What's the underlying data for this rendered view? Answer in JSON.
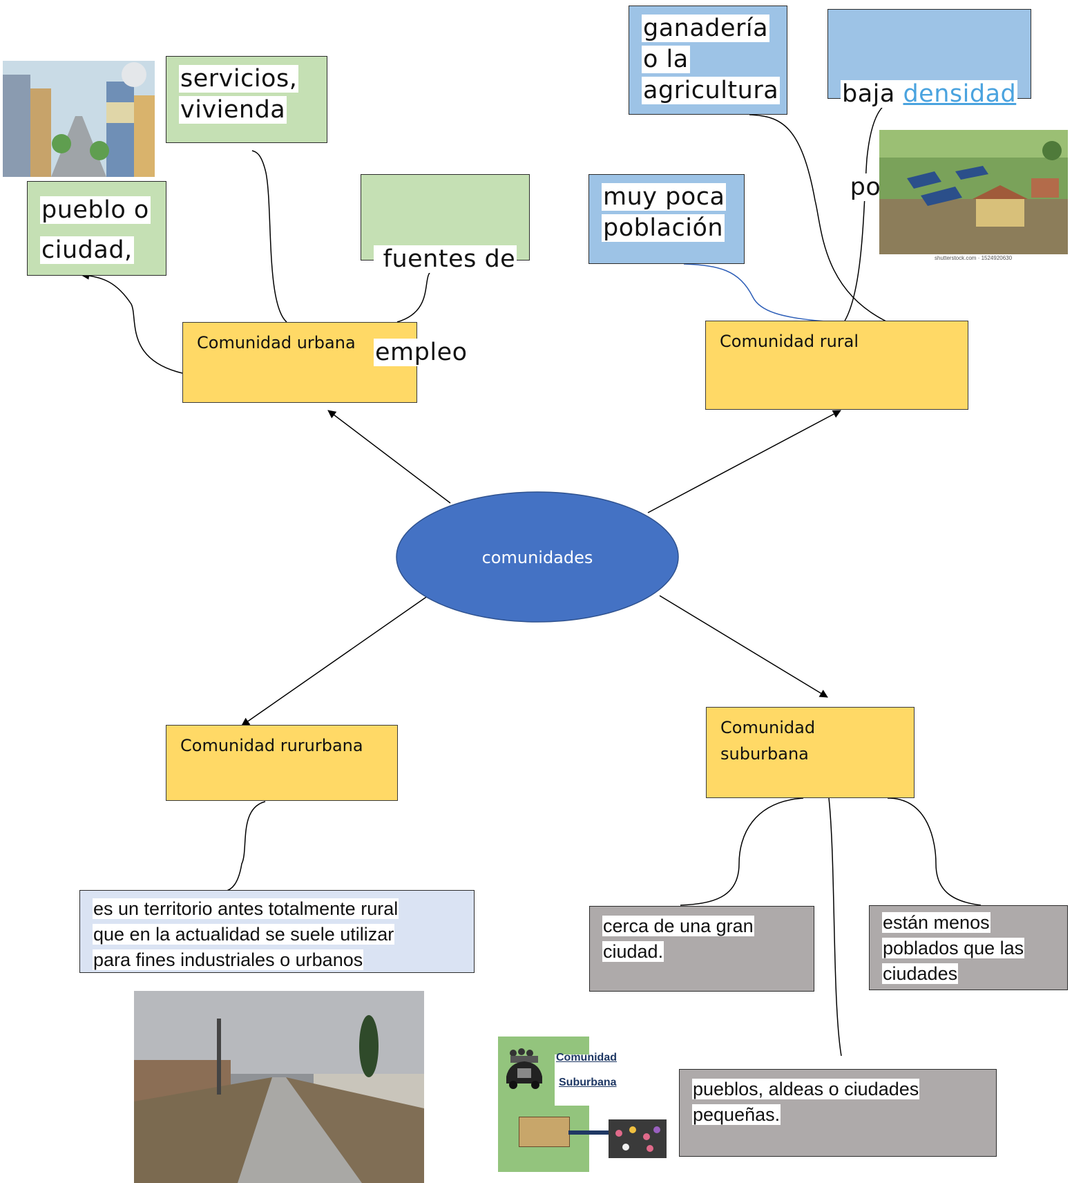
{
  "center": {
    "label": "comunidades",
    "color": "#4472c4"
  },
  "urbana": {
    "title": "Comunidad urbana",
    "details": {
      "servicios": [
        "servicios,",
        "vivienda"
      ],
      "fuentes": [
        " fuentes de",
        "empleo"
      ],
      "pueblo": [
        "pueblo o",
        "ciudad,"
      ]
    }
  },
  "rural": {
    "title": "Comunidad rural",
    "details": {
      "ganaderia": [
        "ganadería",
        "o la",
        "agricultura"
      ],
      "densidad_prefix": "baja ",
      "densidad_link": "densidad",
      "densidad_line2": " poblacional.",
      "poblacion": [
        "muy poca",
        "población"
      ]
    },
    "photo_caption": "shutterstock.com · 1524920630"
  },
  "rururbana": {
    "title": "Comunidad rururbana",
    "description": [
      "es un territorio antes totalmente rural",
      "que en la actualidad se suele utilizar",
      "para fines industriales o urbanos"
    ]
  },
  "suburbana": {
    "title": [
      "Comunidad",
      "suburbana"
    ],
    "details": {
      "cerca": [
        "cerca de una gran",
        "ciudad."
      ],
      "menos": [
        "están menos",
        "poblados que las",
        "ciudades"
      ],
      "pueblos": [
        "pueblos, aldeas o ciudades",
        "pequeñas."
      ]
    },
    "poster": {
      "line1": "Comunidad",
      "line2": "Suburbana"
    }
  },
  "colors": {
    "green_box": "#c5e0b4",
    "blue_box": "#9dc3e6",
    "yellow_box": "#ffd966",
    "gray_box": "#aeaaaa",
    "pale_box": "#dae3f3"
  }
}
